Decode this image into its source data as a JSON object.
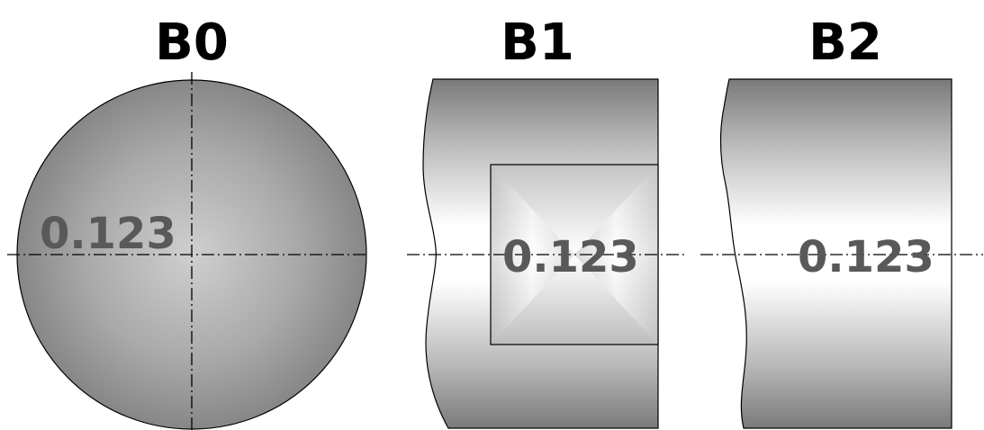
{
  "figures": [
    {
      "id": "B0",
      "title": "B0",
      "value": "0.123"
    },
    {
      "id": "B1",
      "title": "B1",
      "value": "0.123"
    },
    {
      "id": "B2",
      "title": "B2",
      "value": "0.123"
    }
  ],
  "colors": {
    "shade_dark": "#7a7a7a",
    "shade_light": "#ffffff",
    "value_text": "#595959",
    "title_text": "#000000",
    "outline": "#000000"
  }
}
